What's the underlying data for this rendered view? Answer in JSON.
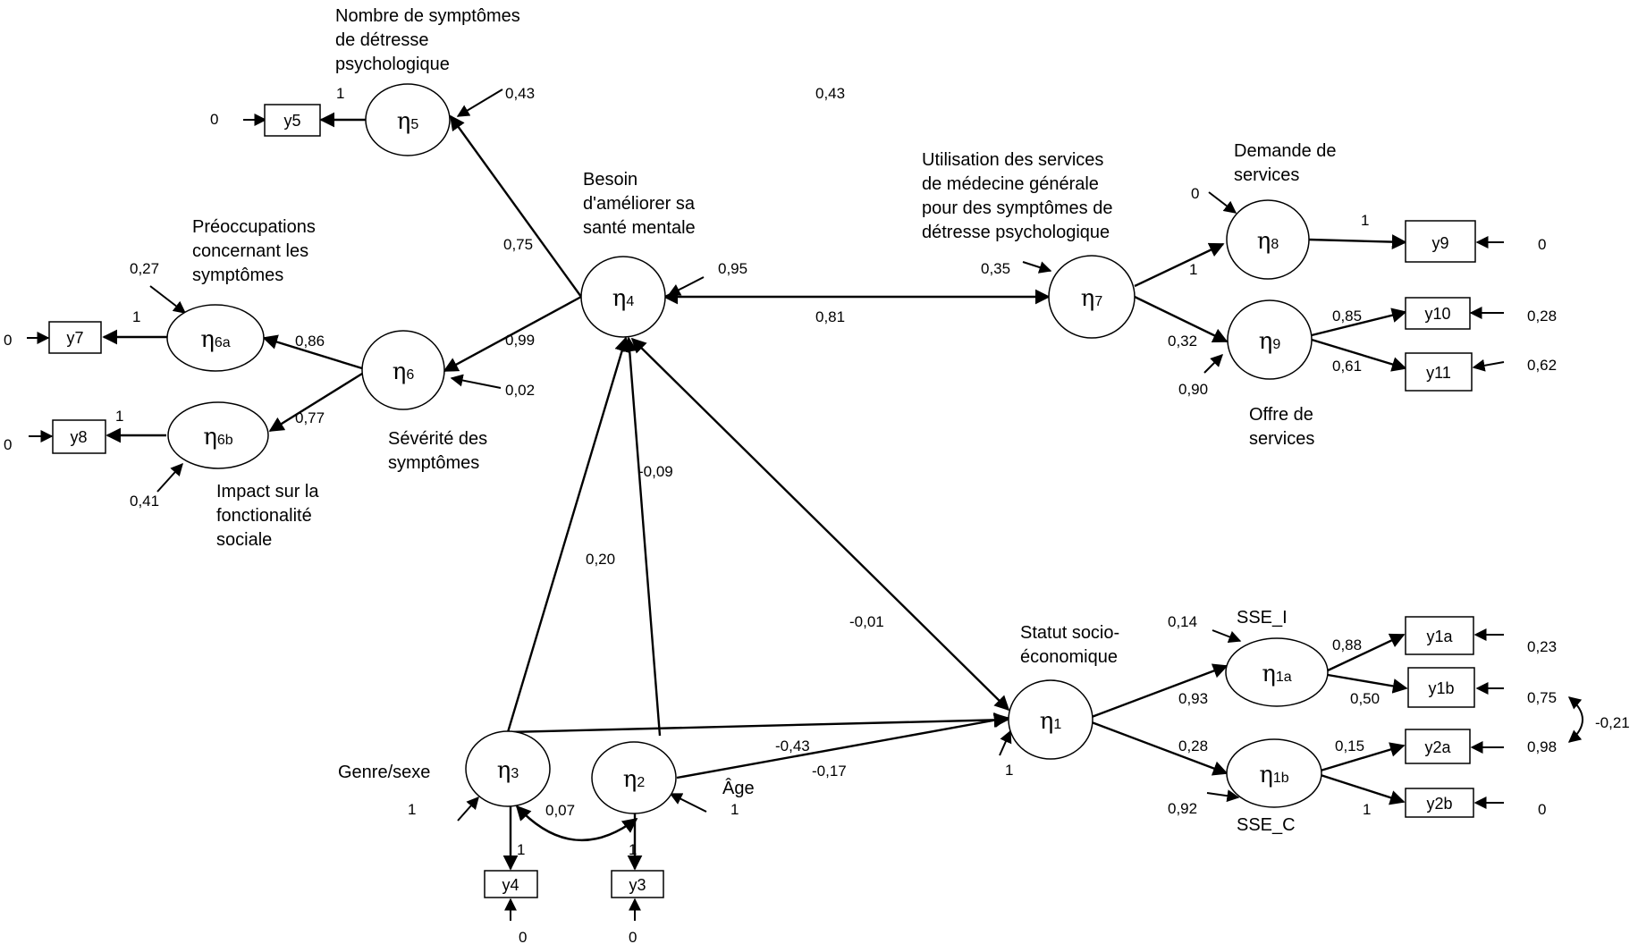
{
  "latents": {
    "eta1": {
      "greek": "η",
      "sub": "1"
    },
    "eta1a": {
      "greek": "η",
      "sub": "1a"
    },
    "eta1b": {
      "greek": "η",
      "sub": "1b"
    },
    "eta2": {
      "greek": "η",
      "sub": "2"
    },
    "eta3": {
      "greek": "η",
      "sub": "3"
    },
    "eta4": {
      "greek": "η",
      "sub": "4"
    },
    "eta5": {
      "greek": "η",
      "sub": "5"
    },
    "eta6": {
      "greek": "η",
      "sub": "6"
    },
    "eta6a": {
      "greek": "η",
      "sub": "6a"
    },
    "eta6b": {
      "greek": "η",
      "sub": "6b"
    },
    "eta7": {
      "greek": "η",
      "sub": "7"
    },
    "eta8": {
      "greek": "η",
      "sub": "8"
    },
    "eta9": {
      "greek": "η",
      "sub": "9"
    }
  },
  "indicators": {
    "y1a": "y1a",
    "y1b": "y1b",
    "y2a": "y2a",
    "y2b": "y2b",
    "y3": "y3",
    "y4": "y4",
    "y5": "y5",
    "y7": "y7",
    "y8": "y8",
    "y9": "y9",
    "y10": "y10",
    "y11": "y11"
  },
  "labels": {
    "eta5": [
      "Nombre de symptômes",
      "de détresse",
      "psychologique"
    ],
    "eta4": [
      "Besoin",
      "d'améliorer sa",
      "santé mentale"
    ],
    "eta6a": [
      "Préoccupations",
      "concernant les",
      "symptômes"
    ],
    "eta6": [
      "Sévérité des",
      "symptômes"
    ],
    "eta6b": [
      "Impact sur la",
      "fonctionalité",
      "sociale"
    ],
    "eta7": [
      "Utilisation des services",
      "de médecine générale",
      "pour des symptômes de",
      "détresse psychologique"
    ],
    "eta8": [
      "Demande de",
      "services"
    ],
    "eta9": [
      "Offre de",
      "services"
    ],
    "eta1": [
      "Statut socio-",
      "économique"
    ],
    "eta1a": "SSE_I",
    "eta1b": "SSE_C",
    "eta3": "Genre/sexe",
    "eta2": "Âge"
  },
  "coefficients": {
    "eta4_eta5": "0,75",
    "eta4_eta6": "0,99",
    "eta4_eta7": "0,81",
    "eta6_eta6a": "0,86",
    "eta6_eta6b": "0,77",
    "eta7_eta8": "1",
    "eta7_eta9": "0,32",
    "eta8_y9": "1",
    "eta9_y10": "0,85",
    "eta9_y11": "0,61",
    "eta1_eta4": "-0,01",
    "eta3_eta4": "0,20",
    "eta2_eta4": "-0,09",
    "eta3_eta1": "-0,43",
    "eta2_eta1": "-0,17",
    "eta3_eta2_cov": "0,07",
    "eta1_eta1a": "0,93",
    "eta1_eta1b": "0,28",
    "eta1a_y1a": "0,88",
    "eta1a_y1b": "0,50",
    "eta1b_y2a": "0,15",
    "eta1b_y2b": "1",
    "eta5_y5": "1",
    "eta6a_y7": "1",
    "eta6b_y8": "1",
    "eta3_y4": "1",
    "eta2_y3": "1"
  },
  "errors": {
    "eta5": "0,43",
    "top_mid": "0,43",
    "eta4": "0,95",
    "eta6": "0,02",
    "eta6a": "0,27",
    "eta6b": "0,41",
    "eta7": "0,35",
    "eta8": "0",
    "eta9": "0,90",
    "eta1": "1",
    "eta1a": "0,14",
    "eta1b": "0,92",
    "eta3": "1",
    "eta2": "1",
    "y5": "0",
    "y7": "0",
    "y8": "0",
    "y9": "0",
    "y10": "0,28",
    "y11": "0,62",
    "y1a": "0,23",
    "y1b": "0,75",
    "y2a": "0,98",
    "y2b": "0",
    "y4": "0",
    "y3": "0",
    "y1b_y2a_cov": "-0,21"
  }
}
